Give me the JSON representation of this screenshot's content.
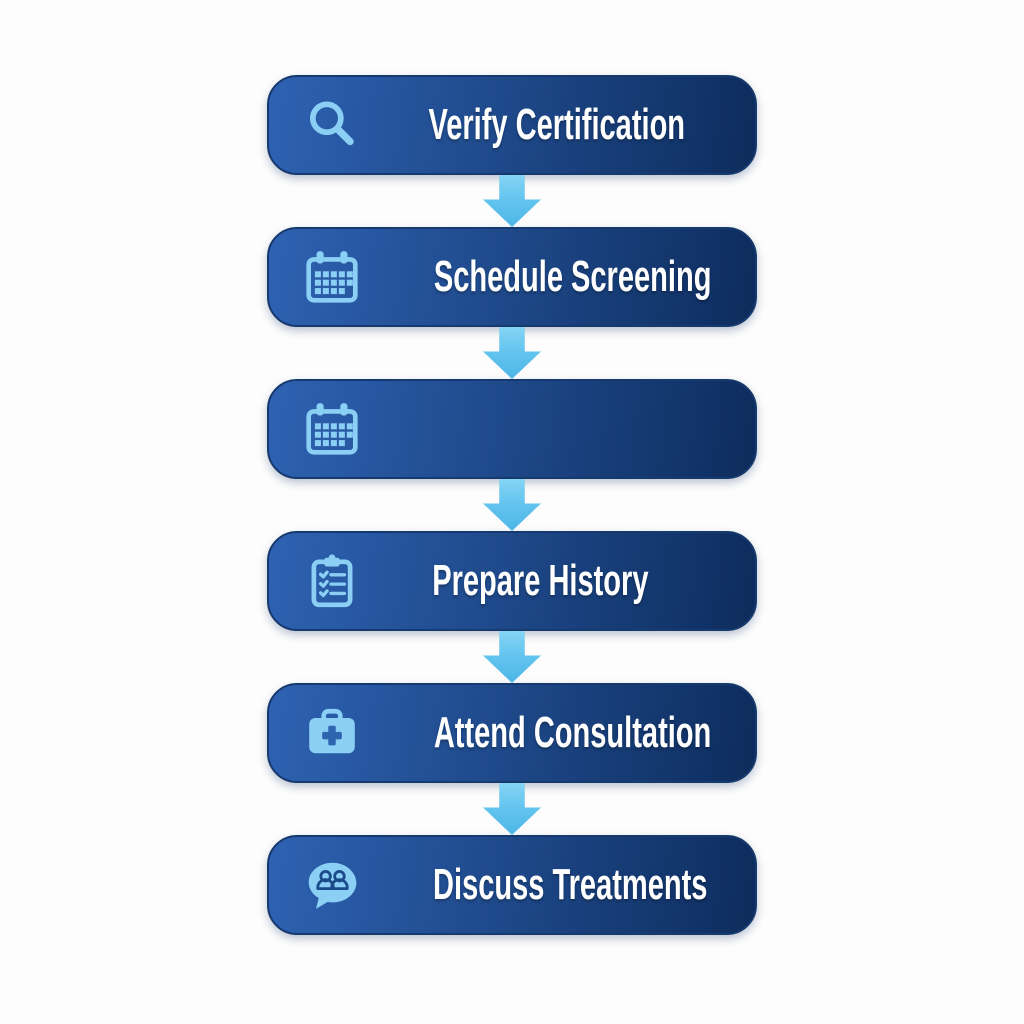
{
  "diagram": {
    "type": "vertical-flowchart",
    "connector": "down-arrow"
  },
  "steps": [
    {
      "label": "Verify Certification",
      "icon": "search-icon"
    },
    {
      "label": "Schedule Screening",
      "icon": "calendar-icon"
    },
    {
      "label": "",
      "icon": "calendar-icon"
    },
    {
      "label": "Prepare History",
      "icon": "clipboard-checklist-icon"
    },
    {
      "label": "Attend Consultation",
      "icon": "medical-bag-icon"
    },
    {
      "label": "Discuss Treatments",
      "icon": "chat-people-icon"
    }
  ],
  "colors": {
    "background": "#fdfdfd",
    "box_gradient_start": "#2e62b2",
    "box_gradient_end": "#0d2c5d",
    "box_border": "#16396e",
    "text": "#ffffff",
    "icon_light_blue": "#8ccff4",
    "icon_accent_dark": "#2d66ae",
    "people_outline_dark": "#1b4a8a",
    "arrow_blue": "#64c5ef"
  }
}
